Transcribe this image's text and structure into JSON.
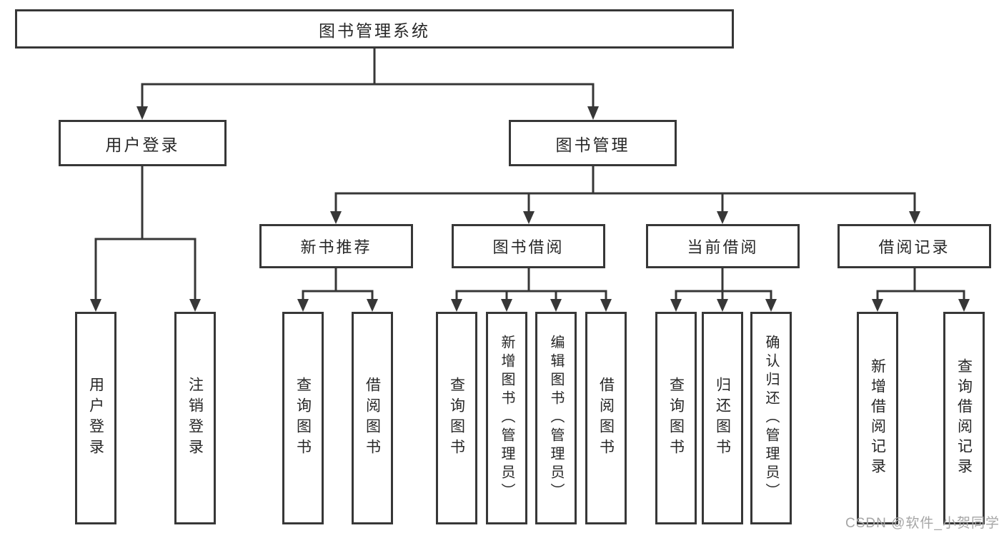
{
  "diagram_title": "图书管理系统",
  "tree": {
    "root": {
      "label": "图书管理系统"
    },
    "branches": [
      {
        "label": "用户登录",
        "children": [
          {
            "label": "用户登录"
          },
          {
            "label": "注销登录"
          }
        ]
      },
      {
        "label": "图书管理",
        "children": [
          {
            "label": "新书推荐",
            "children": [
              {
                "label": "查询图书"
              },
              {
                "label": "借阅图书"
              }
            ]
          },
          {
            "label": "图书借阅",
            "children": [
              {
                "label": "查询图书"
              },
              {
                "label": "新增图书（管理员）"
              },
              {
                "label": "编辑图书（管理员）"
              },
              {
                "label": "借阅图书"
              }
            ]
          },
          {
            "label": "当前借阅",
            "children": [
              {
                "label": "查询图书"
              },
              {
                "label": "归还图书"
              },
              {
                "label": "确认归还（管理员）"
              }
            ]
          },
          {
            "label": "借阅记录",
            "children": [
              {
                "label": "新增借阅记录"
              },
              {
                "label": "查询借阅记录"
              }
            ]
          }
        ]
      }
    ]
  },
  "watermark": {
    "text": "CSDN @软件_小贺同学"
  },
  "colors": {
    "line": "#373737",
    "box_border": "#373737",
    "text": "#272727",
    "background": "#ffffff",
    "watermark": "#a6a6a6"
  }
}
